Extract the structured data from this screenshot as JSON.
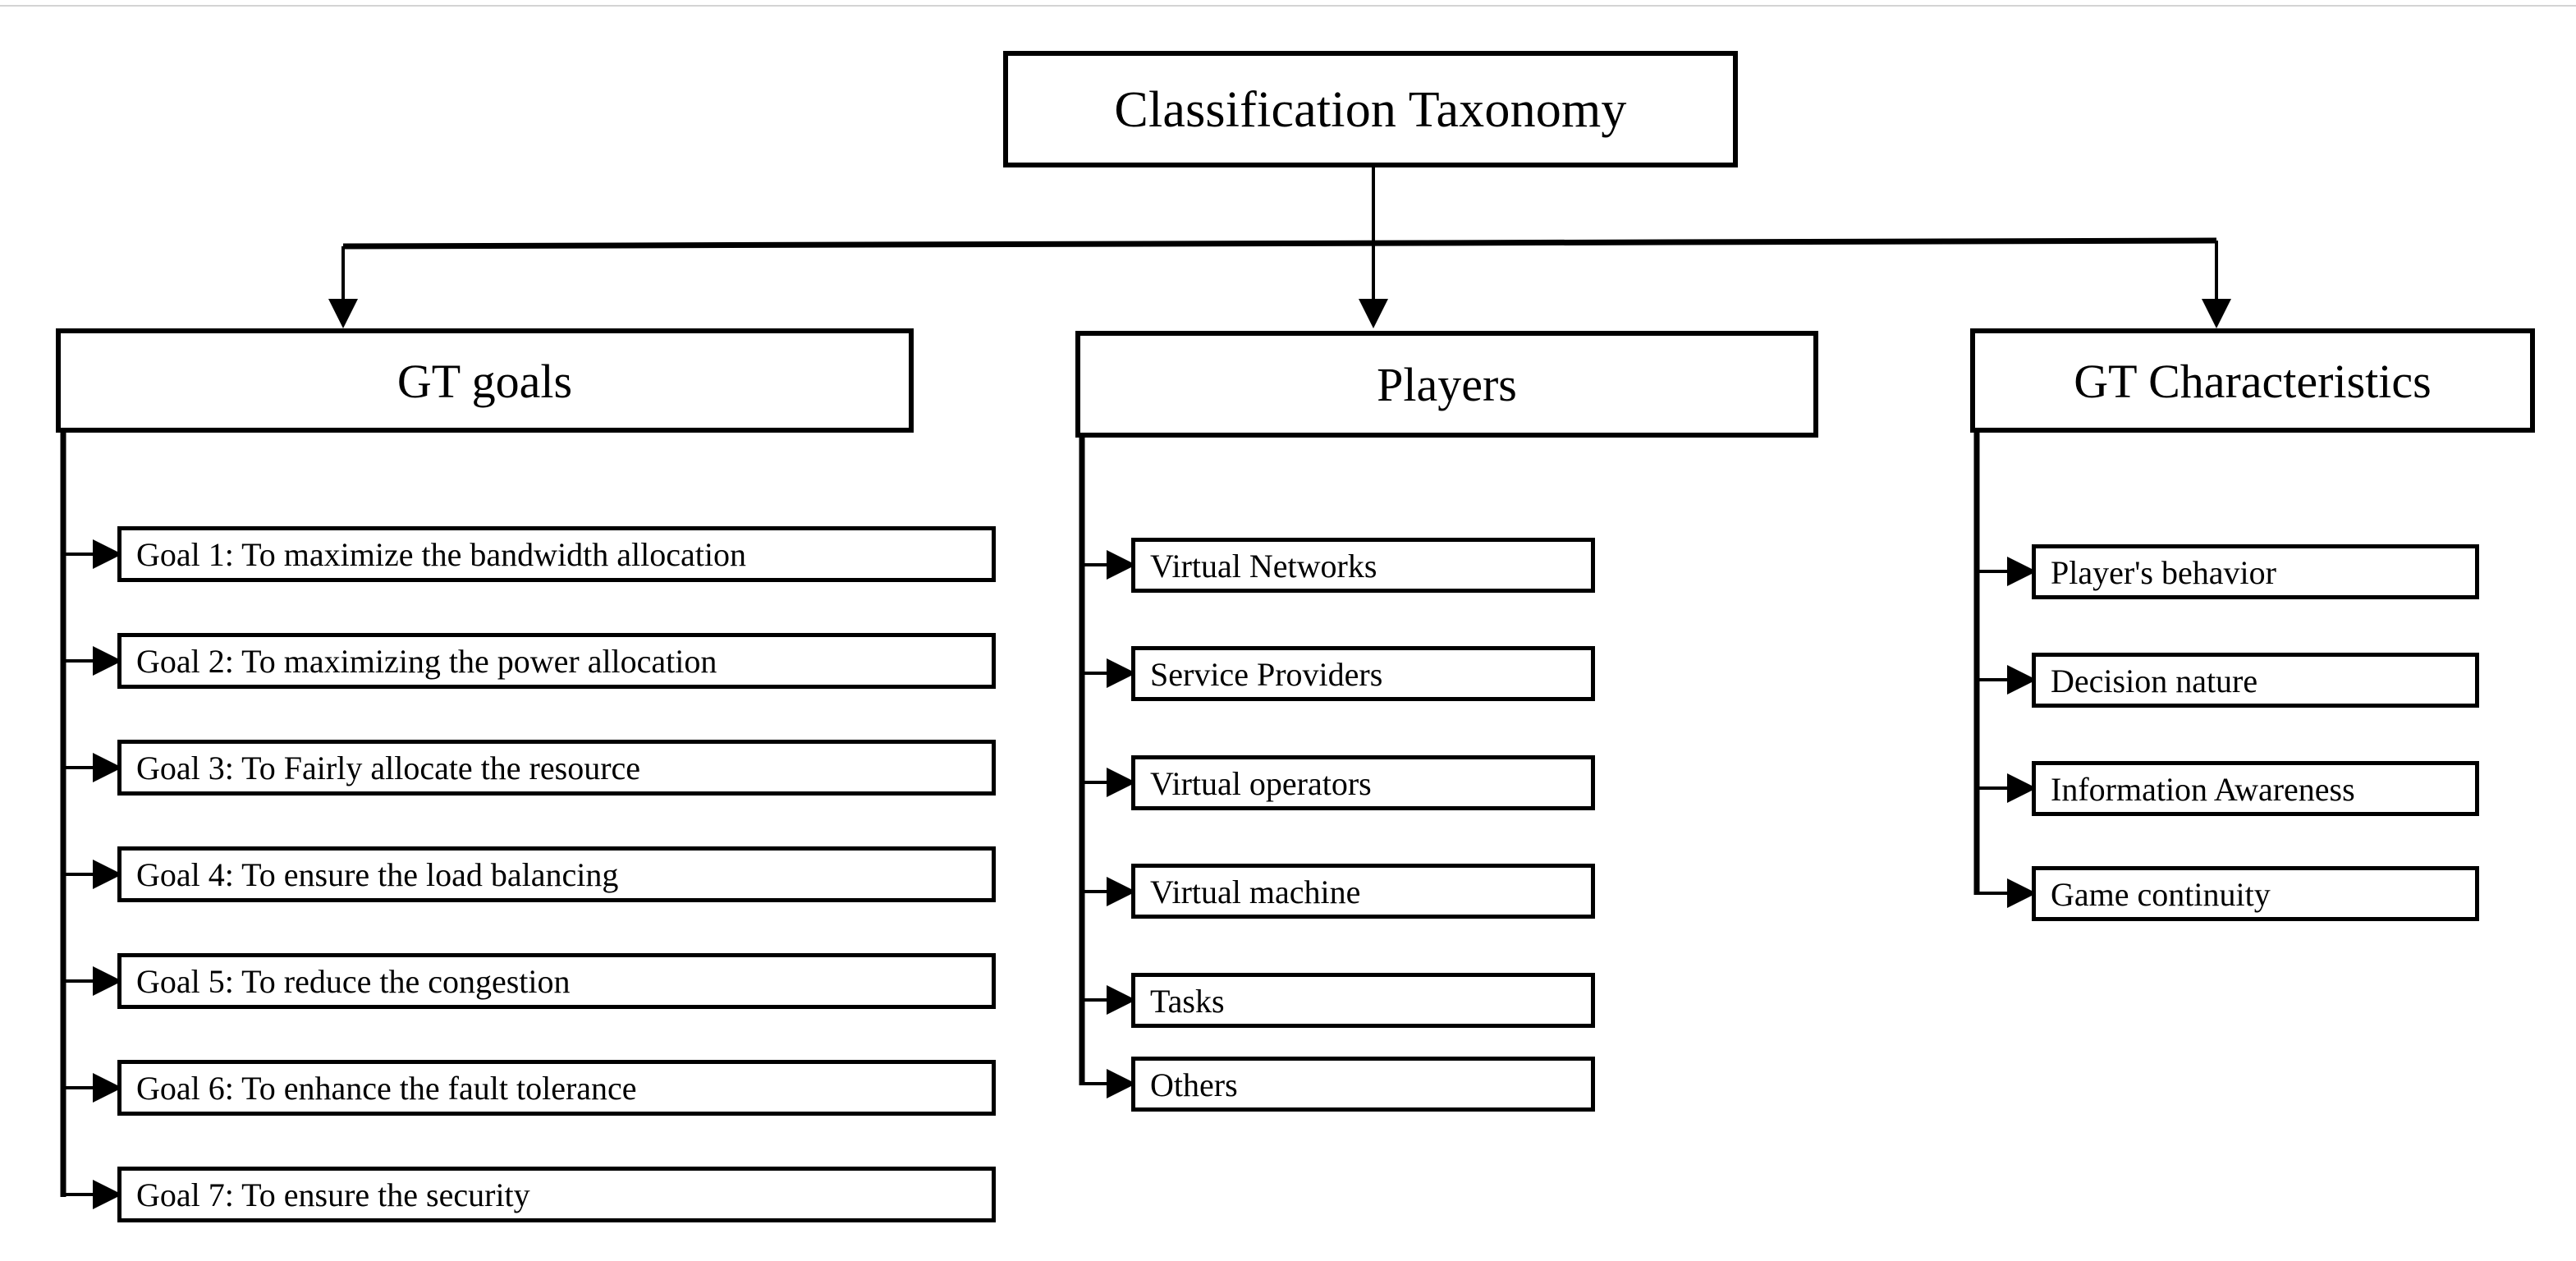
{
  "diagram": {
    "title": "Classification Taxonomy",
    "root": {
      "label": "Classification Taxonomy"
    },
    "categories": [
      {
        "id": "gt-goals",
        "label": "GT goals",
        "items": [
          {
            "label": "Goal 1: To maximize the bandwidth allocation"
          },
          {
            "label": "Goal 2: To maximizing the power allocation"
          },
          {
            "label": "Goal 3: To Fairly allocate the resource"
          },
          {
            "label": "Goal 4: To ensure the load balancing"
          },
          {
            "label": "Goal 5: To reduce the congestion"
          },
          {
            "label": "Goal 6: To enhance the fault tolerance"
          },
          {
            "label": "Goal 7: To ensure the security"
          }
        ]
      },
      {
        "id": "players",
        "label": "Players",
        "items": [
          {
            "label": "Virtual Networks"
          },
          {
            "label": "Service Providers"
          },
          {
            "label": "Virtual operators"
          },
          {
            "label": "Virtual machine"
          },
          {
            "label": "Tasks"
          },
          {
            "label": "Others"
          }
        ]
      },
      {
        "id": "gt-characteristics",
        "label": "GT Characteristics",
        "items": [
          {
            "label": "Player's behavior"
          },
          {
            "label": "Decision nature"
          },
          {
            "label": "Information Awareness"
          },
          {
            "label": "Game continuity"
          }
        ]
      }
    ],
    "colors": {
      "stroke": "#000000",
      "fill": "#ffffff",
      "text": "#000000",
      "rule": "#d4d4d4"
    }
  }
}
